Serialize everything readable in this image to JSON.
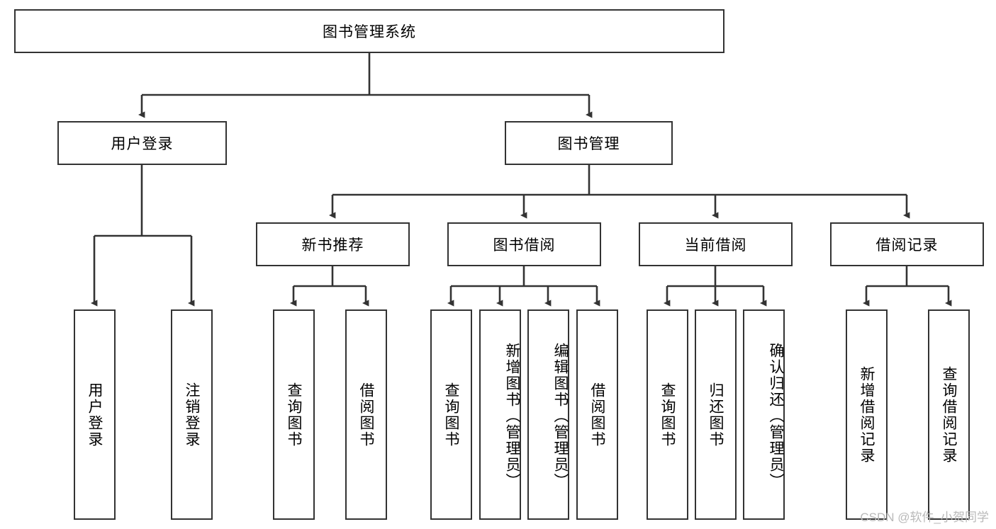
{
  "diagram": {
    "type": "tree",
    "title": "图书管理系统",
    "watermark": "CSDN @软件_小贺同学",
    "colors": {
      "box_border": "#333333",
      "box_fill": "#ffffff",
      "connector": "#333333",
      "text": "#000000",
      "watermark": "#b9b9b9"
    },
    "levels": {
      "root": {
        "label": "图书管理系统"
      },
      "level2": [
        {
          "label": "用户登录"
        },
        {
          "label": "图书管理"
        }
      ],
      "level3": [
        {
          "label": "新书推荐"
        },
        {
          "label": "图书借阅"
        },
        {
          "label": "当前借阅"
        },
        {
          "label": "借阅记录"
        }
      ],
      "leaves": {
        "user_login": [
          {
            "label": "用户登录"
          },
          {
            "label": "注销登录"
          }
        ],
        "new_book": [
          {
            "label": "查询图书"
          },
          {
            "label": "借阅图书"
          }
        ],
        "book_borrow": [
          {
            "label": "查询图书"
          },
          {
            "label": "新增图书（管理员）"
          },
          {
            "label": "编辑图书（管理员）"
          },
          {
            "label": "借阅图书"
          }
        ],
        "current_borrow": [
          {
            "label": "查询图书"
          },
          {
            "label": "归还图书"
          },
          {
            "label": "确认归还（管理员）"
          }
        ],
        "borrow_record": [
          {
            "label": "新增借阅记录"
          },
          {
            "label": "查询借阅记录"
          }
        ]
      }
    }
  }
}
